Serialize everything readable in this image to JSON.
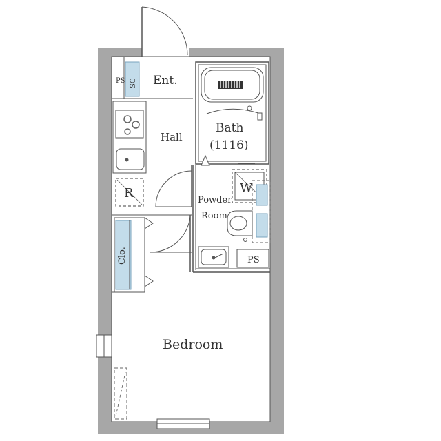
{
  "labels": {
    "entrance": "Ent.",
    "ps_top": "PS",
    "shoe_cabinet": "SC",
    "hall": "Hall",
    "bath": "Bath",
    "bath_size": "(1116)",
    "refrigerator": "R",
    "washer": "W",
    "powder_room_line1": "Powder",
    "powder_room_line2": "Room",
    "ps_bottom": "PS",
    "closet": "Clo.",
    "bedroom": "Bedroom"
  },
  "colors": {
    "wall": "#a7a7a7",
    "line": "#555555",
    "storage_fill": "#c3dcea",
    "background": "#ffffff"
  }
}
